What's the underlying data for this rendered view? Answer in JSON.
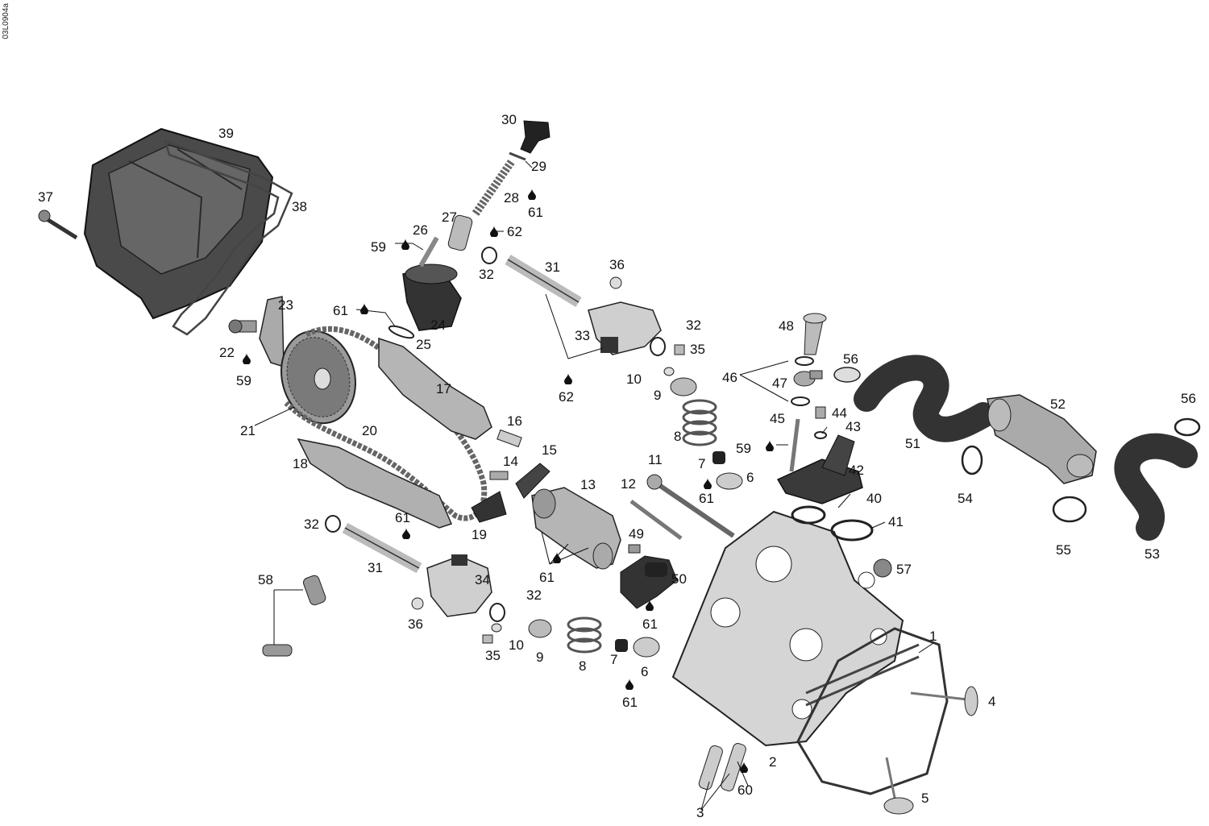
{
  "diagram": {
    "drawing_code": "03L0904a",
    "oil_marker_icon": "oil-drop-icon",
    "colors": {
      "part_dark": "#3a3a3a",
      "part_mid": "#8c8c8c",
      "part_light": "#cfcfcf",
      "line": "#111111"
    },
    "callouts": {
      "c1": "1",
      "c2": "2",
      "c3": "3",
      "c4": "4",
      "c5": "5",
      "c6a": "6",
      "c6b": "6",
      "c7a": "7",
      "c7b": "7",
      "c8a": "8",
      "c8b": "8",
      "c9a": "9",
      "c9b": "9",
      "c10a": "10",
      "c10b": "10",
      "c11": "11",
      "c12": "12",
      "c13": "13",
      "c14": "14",
      "c15": "15",
      "c16": "16",
      "c17": "17",
      "c18": "18",
      "c19": "19",
      "c20": "20",
      "c21": "21",
      "c22": "22",
      "c23": "23",
      "c24": "24",
      "c25": "25",
      "c26": "26",
      "c27": "27",
      "c28": "28",
      "c29": "29",
      "c30": "30",
      "c31a": "31",
      "c31b": "31",
      "c32a": "32",
      "c32b": "32",
      "c32c": "32",
      "c32d": "32",
      "c33": "33",
      "c34": "34",
      "c35a": "35",
      "c35b": "35",
      "c36a": "36",
      "c36b": "36",
      "c37": "37",
      "c38": "38",
      "c39": "39",
      "c40": "40",
      "c41": "41",
      "c42": "42",
      "c43": "43",
      "c44": "44",
      "c45": "45",
      "c46": "46",
      "c47": "47",
      "c48": "48",
      "c49": "49",
      "c50": "50",
      "c51": "51",
      "c52": "52",
      "c53": "53",
      "c54": "54",
      "c55": "55",
      "c56a": "56",
      "c56b": "56",
      "c57": "57",
      "c58": "58",
      "c59a": "59",
      "c59b": "59",
      "c59c": "59",
      "c60": "60",
      "c61a": "61",
      "c61b": "61",
      "c61c": "61",
      "c61d": "61",
      "c61e": "61",
      "c61f": "61",
      "c61g": "61",
      "c62a": "62",
      "c62b": "62"
    }
  }
}
